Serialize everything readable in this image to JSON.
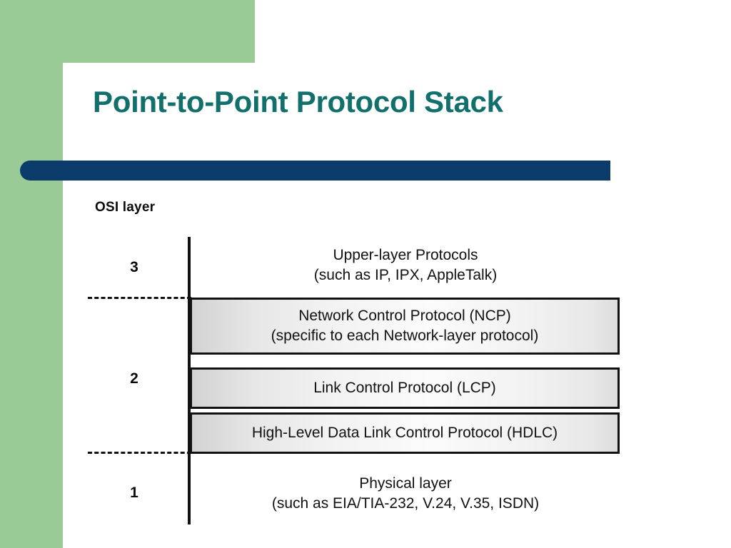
{
  "slide": {
    "title": "Point-to-Point Protocol Stack",
    "theme": {
      "accent_green": "#9ACB97",
      "title_teal": "#11706C",
      "accent_bar_navy": "#0A3B6B",
      "box_border": "#111111",
      "text_black": "#111111"
    }
  },
  "diagram": {
    "axis_label": "OSI layer",
    "layers": [
      {
        "number": "3",
        "type": "text",
        "lines": [
          "Upper-layer Protocols",
          "(such as IP, IPX, AppleTalk)"
        ]
      },
      {
        "number": "2",
        "type": "boxes",
        "boxes": [
          {
            "id": "ncp",
            "line1": "Network Control Protocol (NCP)",
            "line2": "(specific to each Network-layer protocol)"
          },
          {
            "id": "lcp",
            "line1": "Link Control Protocol (LCP)",
            "line2": ""
          },
          {
            "id": "hdlc",
            "line1": "High-Level Data Link Control Protocol (HDLC)",
            "line2": ""
          }
        ]
      },
      {
        "number": "1",
        "type": "text",
        "lines": [
          "Physical layer",
          "(such as EIA/TIA-232, V.24, V.35, ISDN)"
        ]
      }
    ]
  }
}
